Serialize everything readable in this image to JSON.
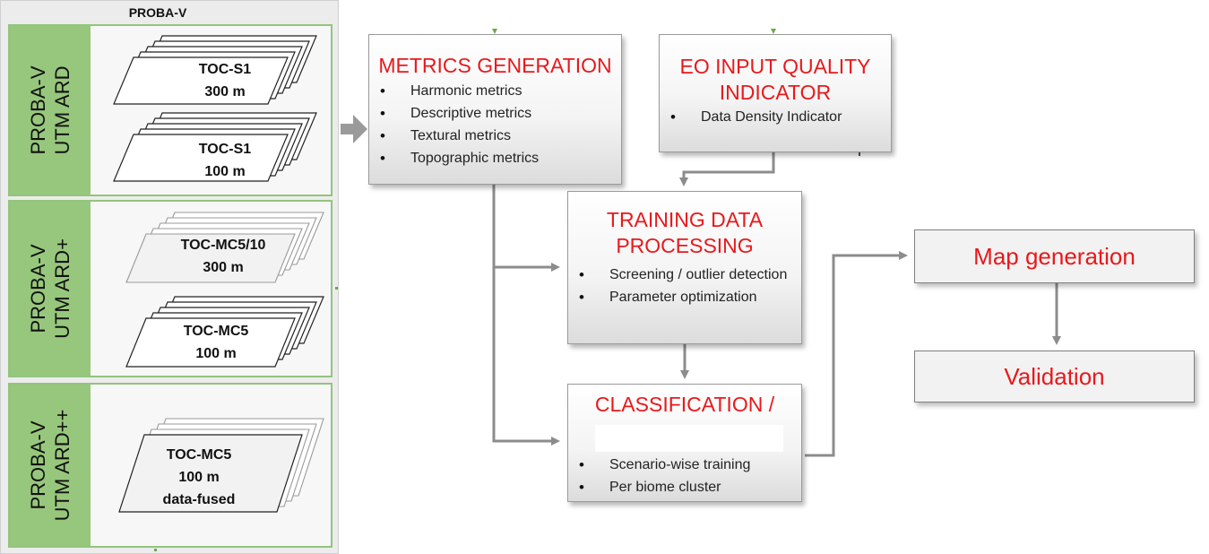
{
  "left_panel": {
    "title": "PROBA-V",
    "groups": [
      {
        "label_lines": [
          "PROBA-V",
          "UTM ARD"
        ],
        "tiles": [
          {
            "lines": [
              "TOC-S1",
              "300 m"
            ]
          },
          {
            "lines": [
              "TOC-S1",
              "100 m"
            ]
          }
        ]
      },
      {
        "label_lines": [
          "PROBA-V",
          "UTM ARD+"
        ],
        "tiles": [
          {
            "lines": [
              "TOC-MC5/10",
              "300 m"
            ]
          },
          {
            "lines": [
              "TOC-MC5",
              "100 m"
            ]
          }
        ]
      },
      {
        "label_lines": [
          "PROBA-V",
          "UTM ARD++"
        ],
        "tiles": [
          {
            "lines": [
              "TOC-MC5",
              "100 m",
              "data-fused"
            ]
          }
        ]
      }
    ]
  },
  "boxes": {
    "metrics": {
      "title_lines": [
        "METRICS GENERATION"
      ],
      "items": [
        "Harmonic metrics",
        "Descriptive metrics",
        "Textural metrics",
        "Topographic metrics"
      ]
    },
    "eo_quality": {
      "title_lines": [
        "EO INPUT QUALITY",
        "INDICATOR"
      ],
      "items": [
        "Data Density Indicator"
      ]
    },
    "training": {
      "title_lines": [
        "TRAINING DATA",
        "PROCESSING"
      ],
      "items": [
        "Screening / outlier detection",
        "Parameter optimization"
      ]
    },
    "classification": {
      "title_lines": [
        "CLASSIFICATION /"
      ],
      "items": [
        "Scenario-wise training",
        "Per biome cluster"
      ]
    },
    "map_generation": {
      "label": "Map generation"
    },
    "validation": {
      "label": "Validation"
    }
  },
  "colors": {
    "accent_red": "#e8191c",
    "group_green": "#97c77c",
    "connector_gray": "#8c8c8c"
  }
}
